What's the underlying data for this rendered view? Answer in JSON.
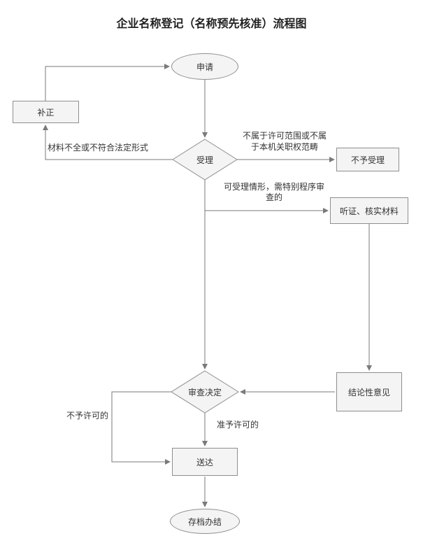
{
  "title": "企业名称登记（名称预先核准）流程图",
  "nodes": {
    "apply": {
      "label": "申请",
      "shape": "terminator"
    },
    "correction": {
      "label": "补正",
      "shape": "process"
    },
    "accept": {
      "label": "受理",
      "shape": "decision"
    },
    "reject": {
      "label": "不予受理",
      "shape": "process"
    },
    "hearing": {
      "label": "听证、核实材料",
      "shape": "process"
    },
    "review": {
      "label": "审查决定",
      "shape": "decision"
    },
    "conclusion": {
      "label": "结论性意见",
      "shape": "process"
    },
    "delivery": {
      "label": "送达",
      "shape": "process"
    },
    "archive": {
      "label": "存档办结",
      "shape": "terminator"
    }
  },
  "edge_labels": {
    "incomplete_materials": "材料不全或不符合法定形式",
    "out_of_scope": "不属于许可范围或不属于本机关职权范畴",
    "special_procedure": "可受理情形，需特别程序审查的",
    "not_permitted": "不予许可的",
    "permitted": "准予许可的"
  },
  "edges": [
    {
      "from": "apply",
      "to": "accept"
    },
    {
      "from": "accept",
      "to": "correction",
      "label_key": "incomplete_materials"
    },
    {
      "from": "correction",
      "to": "apply"
    },
    {
      "from": "accept",
      "to": "reject",
      "label_key": "out_of_scope"
    },
    {
      "from": "accept",
      "to": "review"
    },
    {
      "from": "accept",
      "to": "hearing",
      "label_key": "special_procedure"
    },
    {
      "from": "hearing",
      "to": "conclusion"
    },
    {
      "from": "conclusion",
      "to": "review"
    },
    {
      "from": "review",
      "to": "delivery",
      "label_key": "permitted"
    },
    {
      "from": "review",
      "to": "delivery",
      "label_key": "not_permitted"
    },
    {
      "from": "delivery",
      "to": "archive"
    }
  ],
  "colors": {
    "background": "#ffffff",
    "shape_fill": "#f4f4f4",
    "shape_border": "#8e8e8e",
    "connector": "#7a7a7a",
    "text": "#333333"
  }
}
